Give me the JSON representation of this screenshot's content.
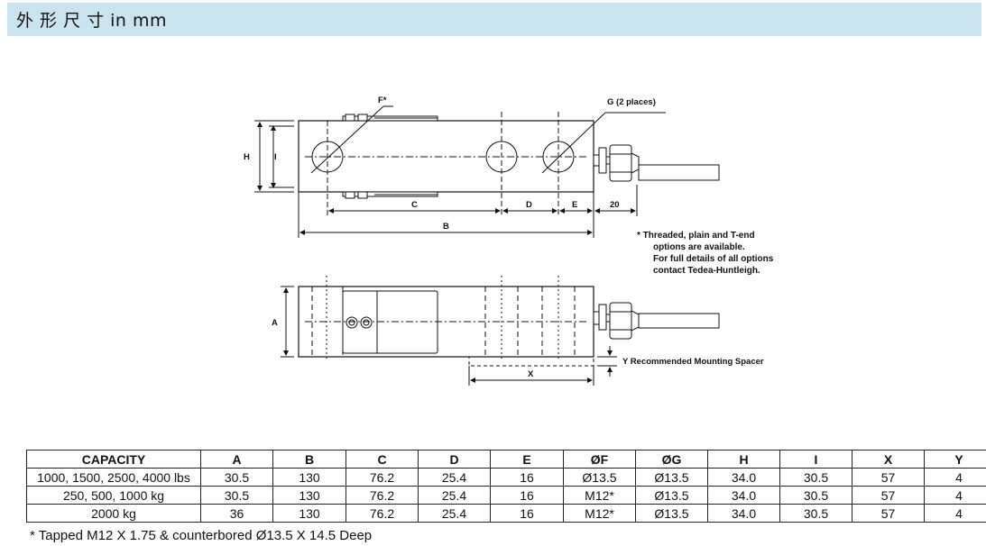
{
  "header": {
    "title": "外 形 尺 寸 in mm"
  },
  "drawing": {
    "top_view_labels": {
      "F": "F*",
      "G": "G (2 places)",
      "H": "H",
      "I": "I",
      "C": "C",
      "D": "D",
      "E": "E",
      "twenty": "20",
      "B": "B"
    },
    "side_view_labels": {
      "A": "A",
      "X": "X",
      "Y": "Y Recommended Mounting Spacer"
    },
    "note_lines": [
      "* Threaded, plain and T-end",
      "options are available.",
      "For full details of all options",
      "contact Tedea-Huntleigh."
    ]
  },
  "table": {
    "headers": [
      "CAPACITY",
      "A",
      "B",
      "C",
      "D",
      "E",
      "ØF",
      "ØG",
      "H",
      "I",
      "X",
      "Y"
    ],
    "rows": [
      [
        "1000, 1500, 2500, 4000 lbs",
        "30.5",
        "130",
        "76.2",
        "25.4",
        "16",
        "Ø13.5",
        "Ø13.5",
        "34.0",
        "30.5",
        "57",
        "4"
      ],
      [
        "250, 500, 1000 kg",
        "30.5",
        "130",
        "76.2",
        "25.4",
        "16",
        "M12*",
        "Ø13.5",
        "34.0",
        "30.5",
        "57",
        "4"
      ],
      [
        "2000 kg",
        "36",
        "130",
        "76.2",
        "25.4",
        "16",
        "M12*",
        "Ø13.5",
        "34.0",
        "30.5",
        "57",
        "4"
      ]
    ]
  },
  "footnote": "* Tapped M12 X 1.75 & counterbored Ø13.5 X 14.5 Deep"
}
